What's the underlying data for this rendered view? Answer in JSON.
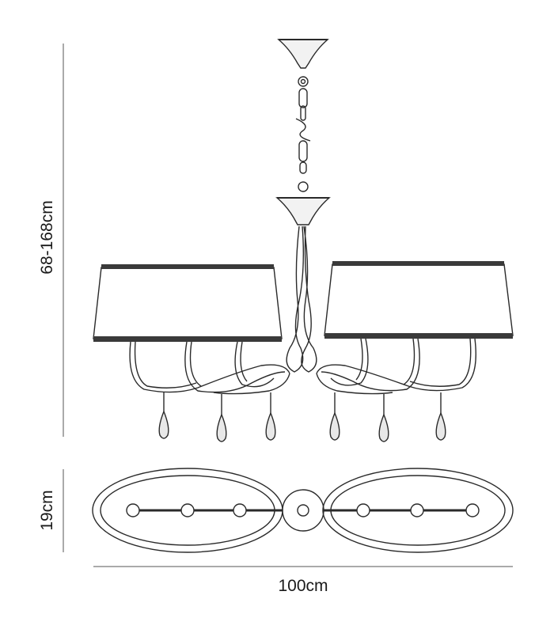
{
  "dimensions": {
    "height_range": "68-168cm",
    "depth": "19cm",
    "width": "100cm"
  },
  "colors": {
    "line": "#2a2a2a",
    "dim_line": "#555555",
    "shade_trim": "#3a3a3a",
    "background": "#ffffff"
  }
}
